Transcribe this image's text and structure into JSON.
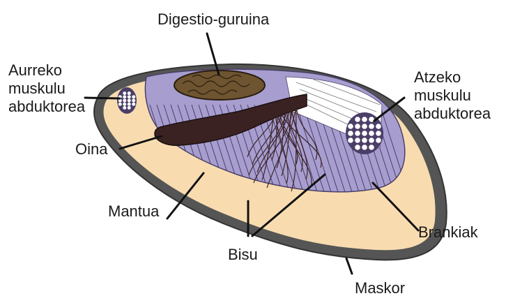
{
  "labels": {
    "digestive_gland": "Digestio-guruina",
    "anterior_adductor": [
      "Aurreko",
      "muskulu",
      "abduktorea"
    ],
    "posterior_adductor": [
      "Atzeko",
      "muskulu",
      "abduktorea"
    ],
    "foot": "Oina",
    "mantle": "Mantua",
    "byssus": "Bisu",
    "gills": "Brankiak",
    "shell": "Maskor"
  },
  "colors": {
    "shell": "#555555",
    "mantle": "#f8dcb0",
    "gills": "#a79ecf",
    "gill_lines": "#4b3f68",
    "foot": "#3b2222",
    "digestive_gland": "#6e5430",
    "muscle": "#ffffff",
    "leader": "#111111"
  }
}
